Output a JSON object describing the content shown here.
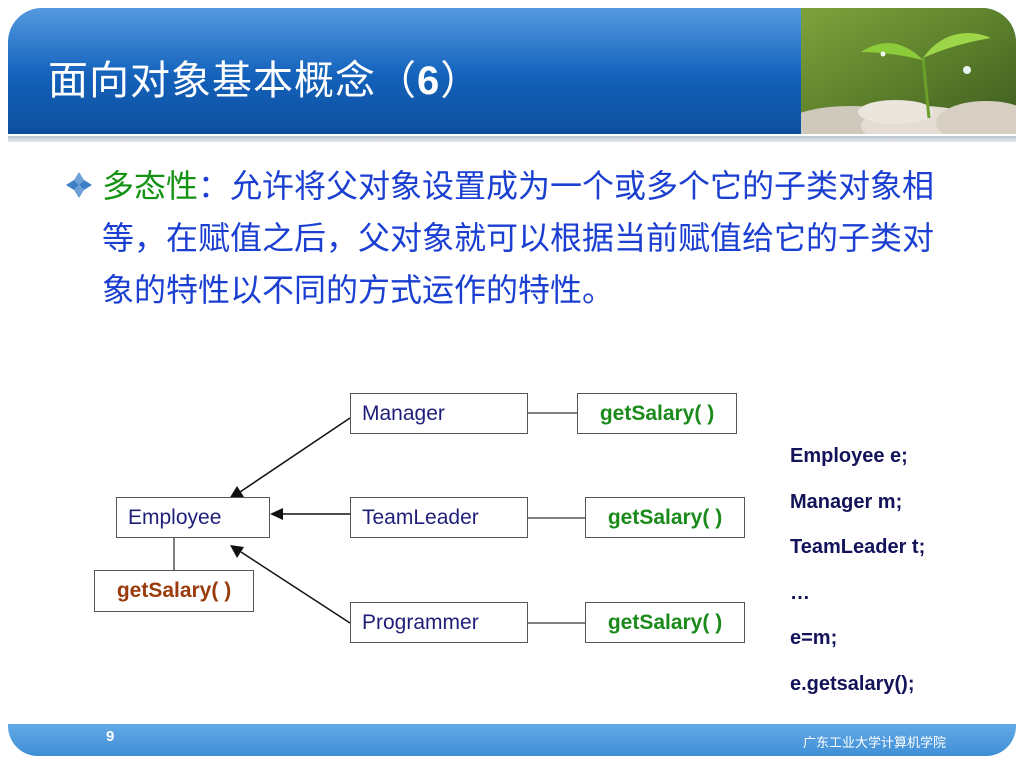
{
  "slide": {
    "title_text": "面向对象基本概念（",
    "title_number": "6",
    "title_end": "）"
  },
  "bullet": {
    "term": "多态性",
    "separator": "：",
    "body": "允许将父对象设置成为一个或多个它的子类对象相等，在赋值之后，父对象就可以根据当前赋值给它的子类对象的特性以不同的方式运作的特性。"
  },
  "diagram": {
    "classes": {
      "employee": "Employee",
      "manager": "Manager",
      "teamleader": "TeamLeader",
      "programmer": "Programmer"
    },
    "methods": {
      "employee": "getSalary( )",
      "manager": "getSalary( )",
      "teamleader": "getSalary( )",
      "programmer": "getSalary( )"
    }
  },
  "code": [
    "Employee e;",
    "Manager m;",
    "TeamLeader t;",
    "…",
    "e=m;",
    "e.getsalary();"
  ],
  "footer": {
    "page_number": "9",
    "organization": "广东工业大学计算机学院"
  },
  "colors": {
    "header": "#1565c0",
    "bullet_text": "#1a3fd1",
    "term": "#149214",
    "method_subclass": "#1a8a1a",
    "method_base": "#9a3b0c"
  }
}
